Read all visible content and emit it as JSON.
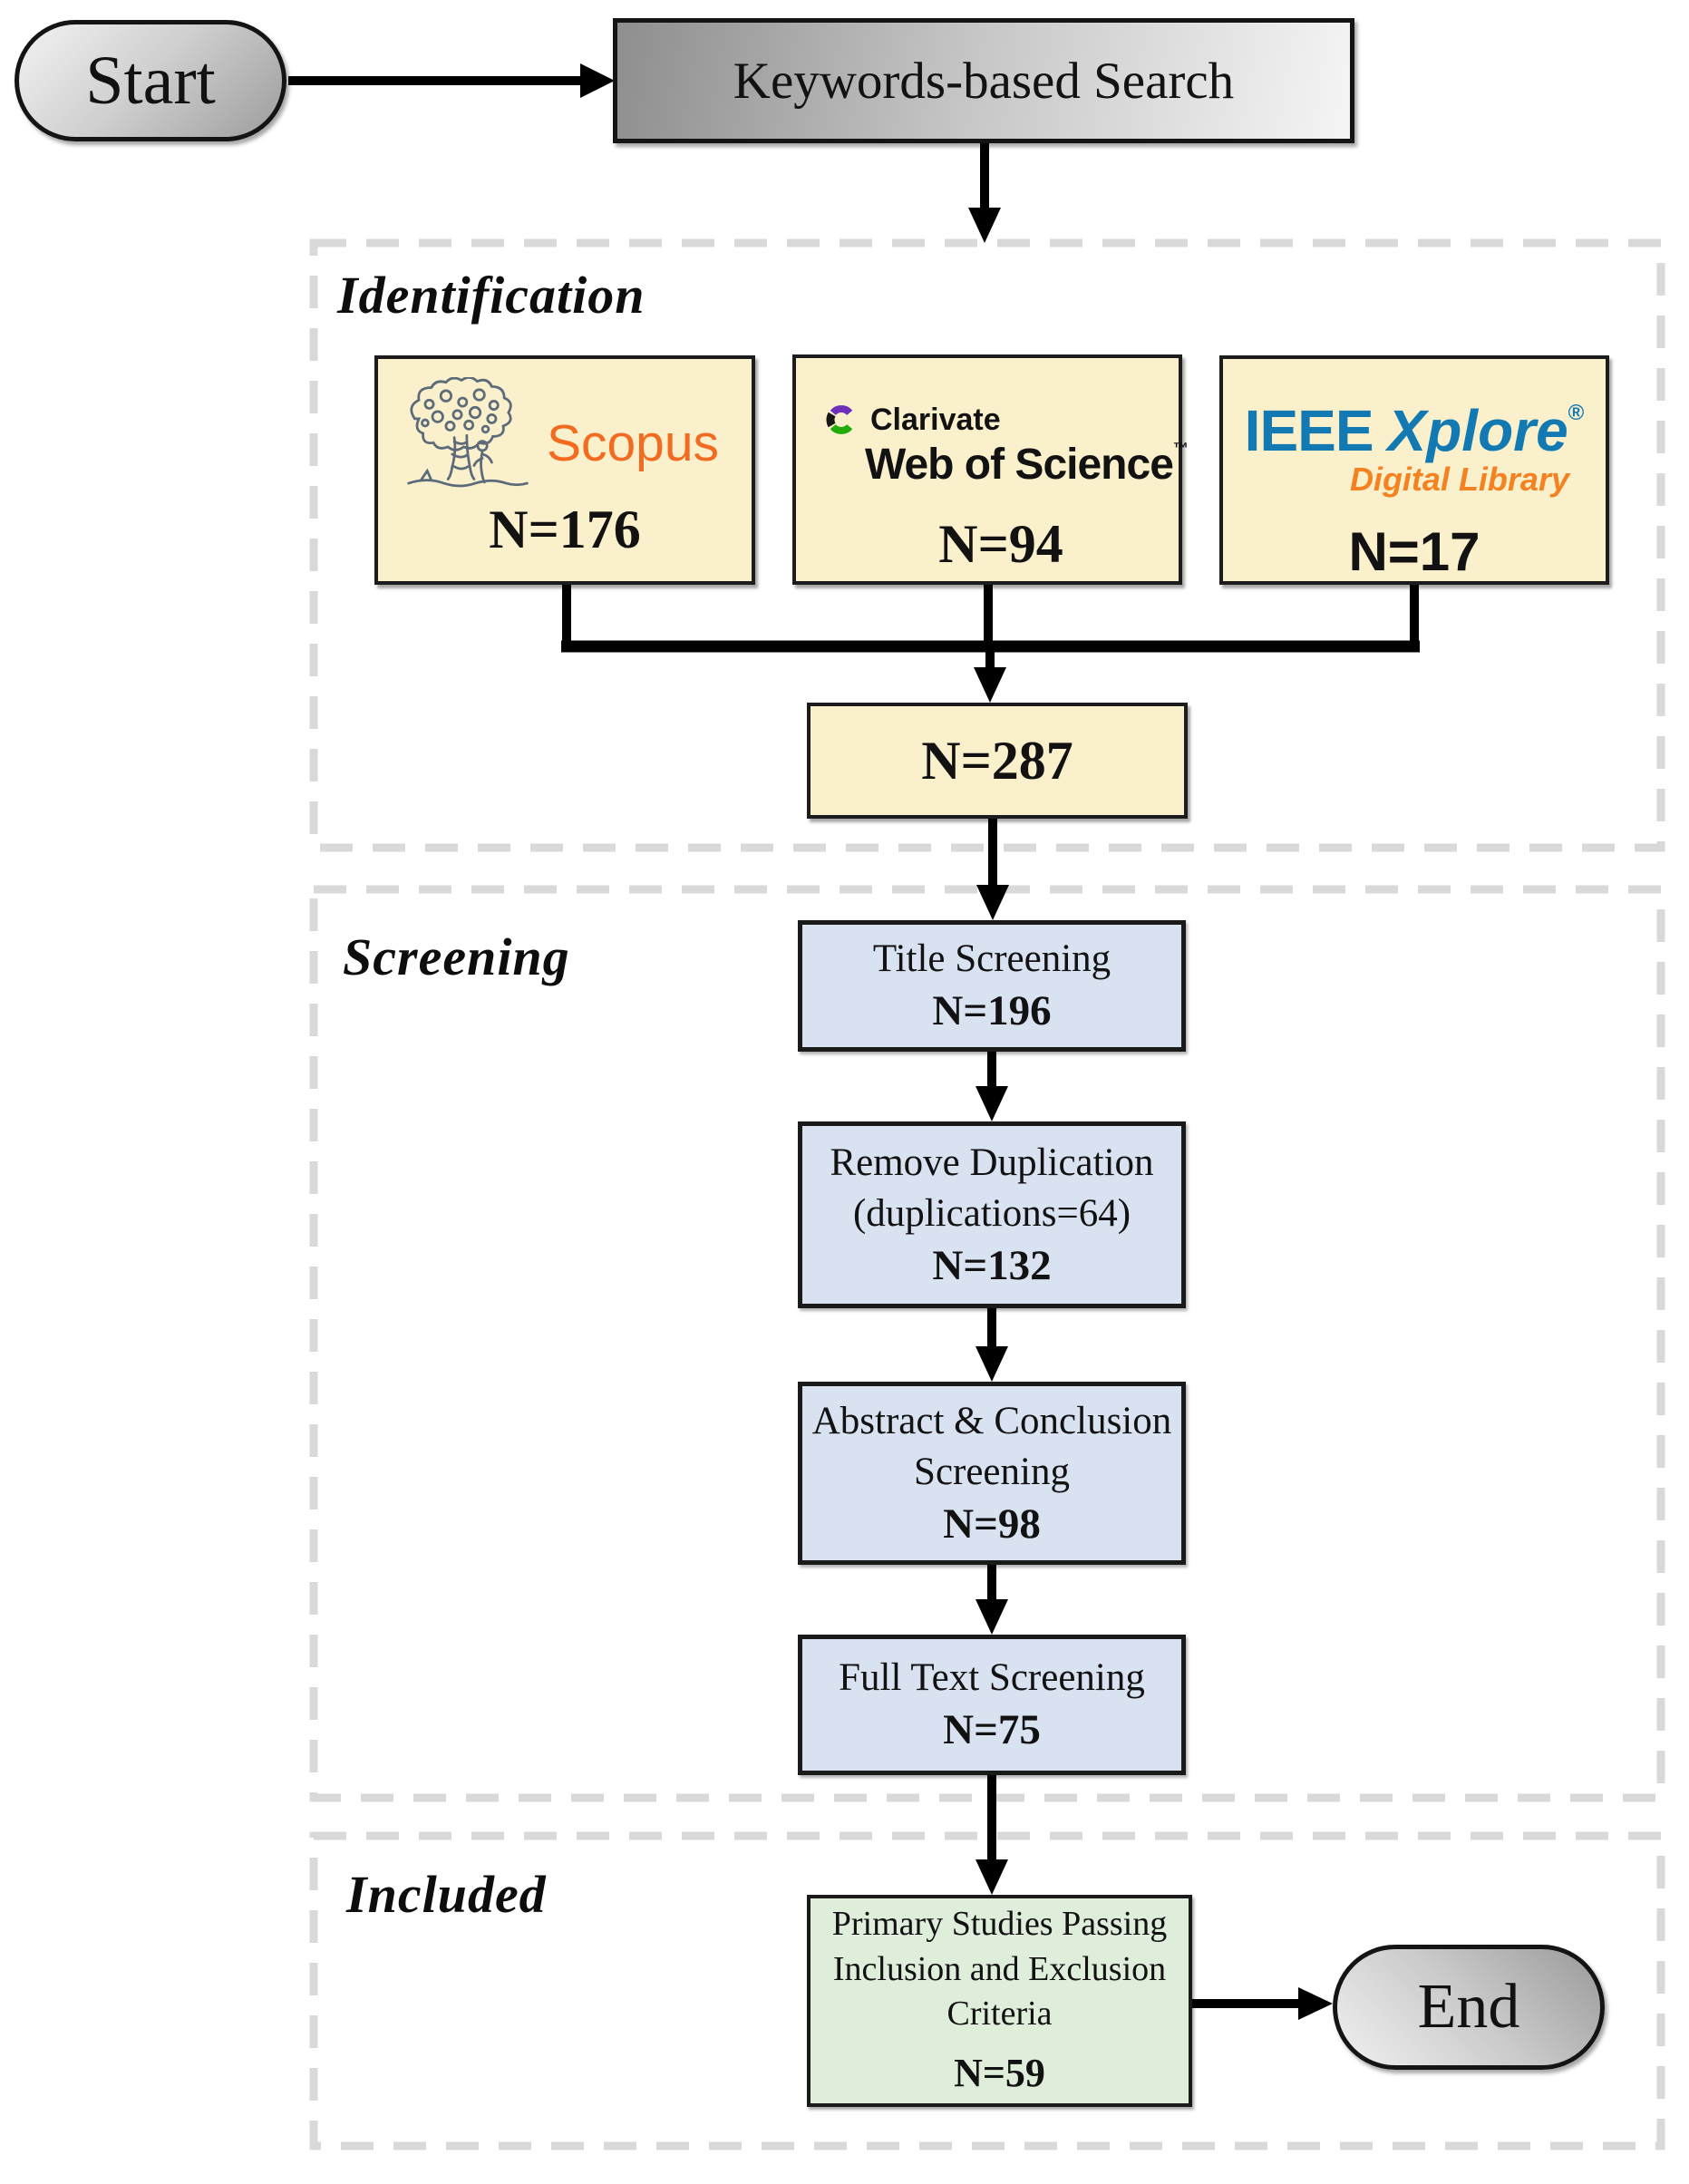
{
  "flow": {
    "start_label": "Start",
    "keywords_label": "Keywords-based Search",
    "end_label": "End"
  },
  "sections": {
    "identification": "Identification",
    "screening": "Screening",
    "included": "Included"
  },
  "sources": {
    "scopus": {
      "name": "Scopus",
      "count": "N=176"
    },
    "web_of_science": {
      "brand": "Clarivate",
      "name": "Web of Science",
      "trademark": "™",
      "count": "N=94"
    },
    "ieee": {
      "brand": "IEEE",
      "product": "Xplore",
      "registered": "®",
      "subtitle": "Digital Library",
      "count": "N=17"
    }
  },
  "merge": {
    "count": "N=287"
  },
  "steps": [
    {
      "line1": "Title Screening",
      "count": "N=196"
    },
    {
      "line1": "Remove Duplication",
      "line2": "(duplications=64)",
      "count": "N=132"
    },
    {
      "line1": "Abstract & Conclusion",
      "line2": "Screening",
      "count": "N=98"
    },
    {
      "line1": "Full Text Screening",
      "count": "N=75"
    }
  ],
  "included_box": {
    "line1": "Primary Studies Passing",
    "line2": "Inclusion and Exclusion",
    "line3": "Criteria",
    "count": "N=59"
  },
  "colors": {
    "source_box_fill": "#fbf0cc",
    "screening_box_fill": "#d9e2f1",
    "included_box_fill": "#dfeeda",
    "scopus_orange": "#f26b21",
    "ieee_blue": "#1279b2",
    "ieee_orange": "#f58220",
    "clarivate_purple": "#6b2fba",
    "clarivate_green": "#21ac0b",
    "dashed_border_gray": "#d9d9d9",
    "connector_black": "#000000"
  }
}
